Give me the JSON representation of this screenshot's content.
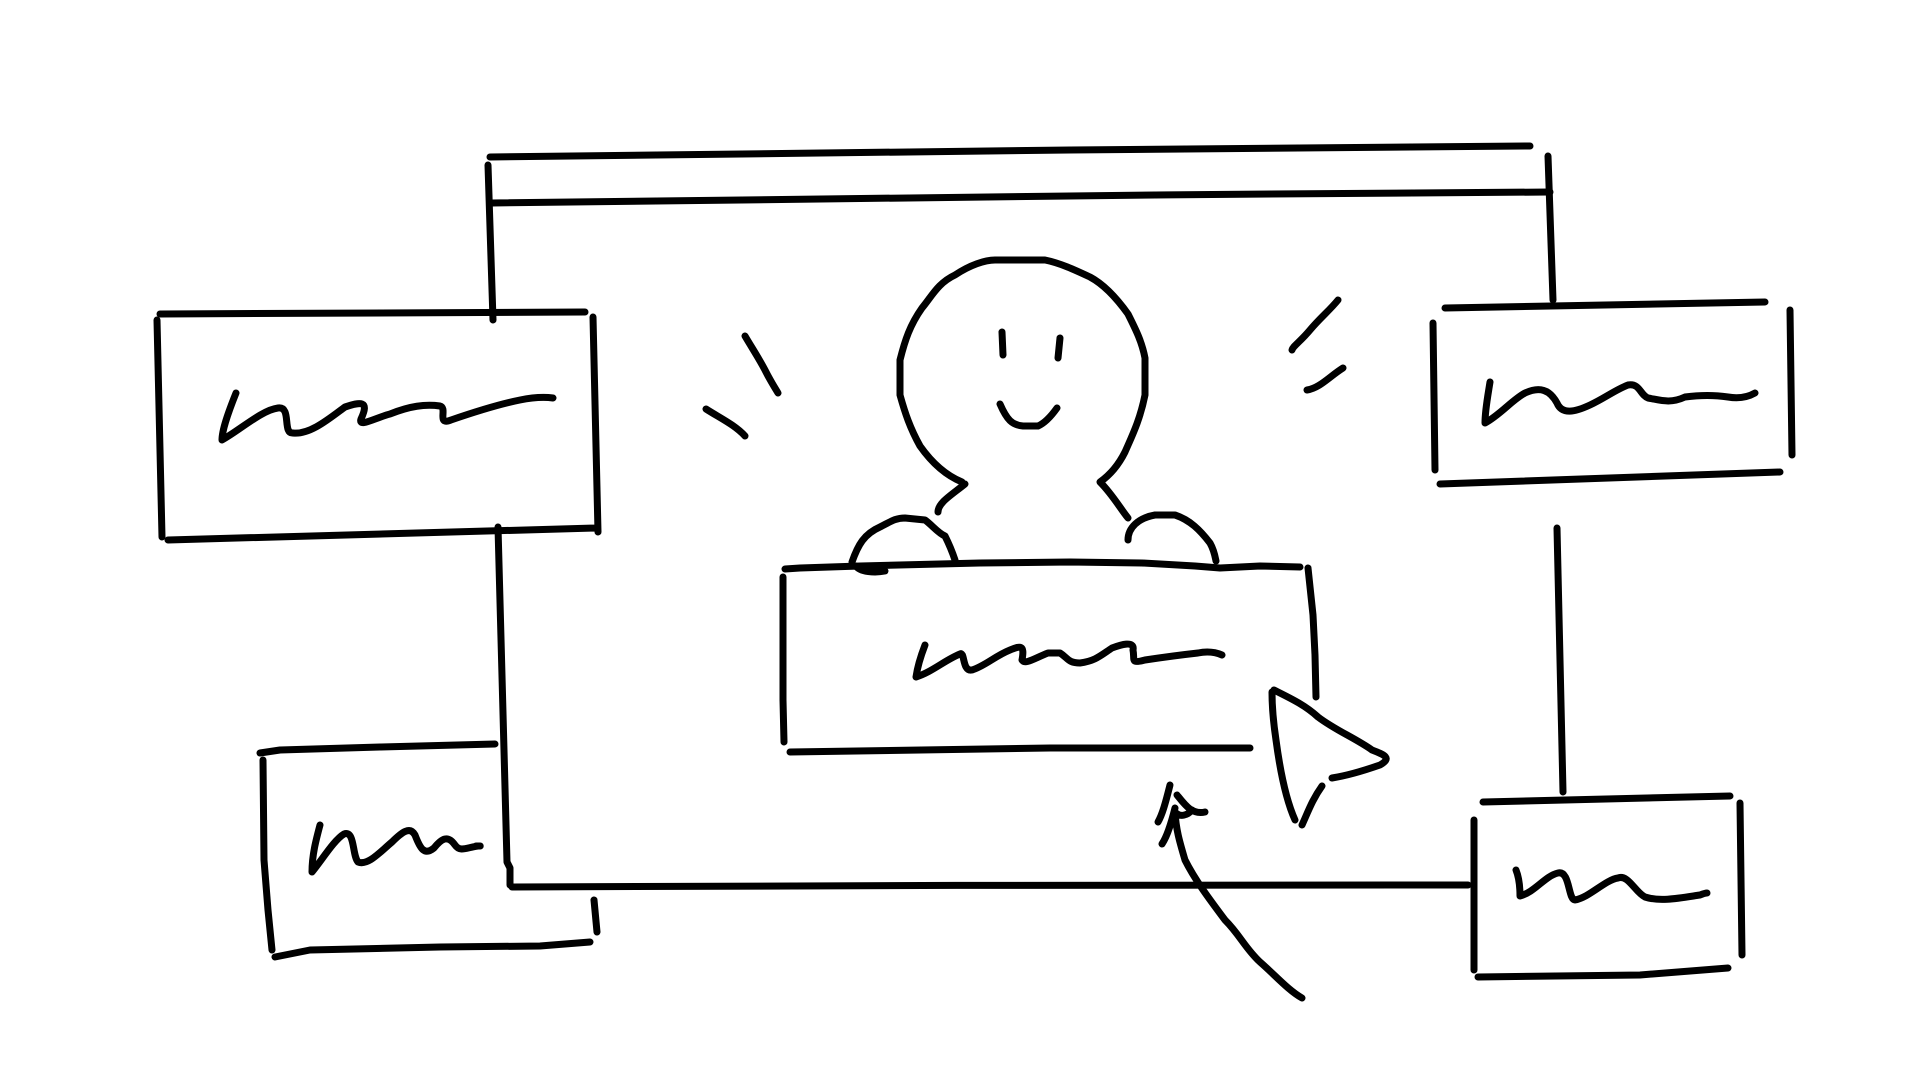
{
  "colors": {
    "ink": "#000000",
    "paper": "#ffffff"
  },
  "elements": [
    {
      "name": "main-window",
      "icon": "browser-window-icon",
      "interactable": false
    },
    {
      "name": "window-title-bar",
      "icon": "title-bar-icon",
      "interactable": false
    },
    {
      "name": "card-top-left",
      "icon": "text-card-icon",
      "interactable": false
    },
    {
      "name": "card-top-right",
      "icon": "text-card-icon",
      "interactable": false
    },
    {
      "name": "card-bottom-left",
      "icon": "text-card-icon",
      "interactable": false
    },
    {
      "name": "card-bottom-right",
      "icon": "text-card-icon",
      "interactable": false
    },
    {
      "name": "smiley-person",
      "icon": "smiley-person-icon",
      "interactable": false
    },
    {
      "name": "center-button",
      "icon": "button-icon",
      "interactable": true
    },
    {
      "name": "mouse-cursor",
      "icon": "cursor-arrow-icon",
      "interactable": false
    },
    {
      "name": "motion-arrow",
      "icon": "curved-arrow-icon",
      "interactable": false
    }
  ]
}
